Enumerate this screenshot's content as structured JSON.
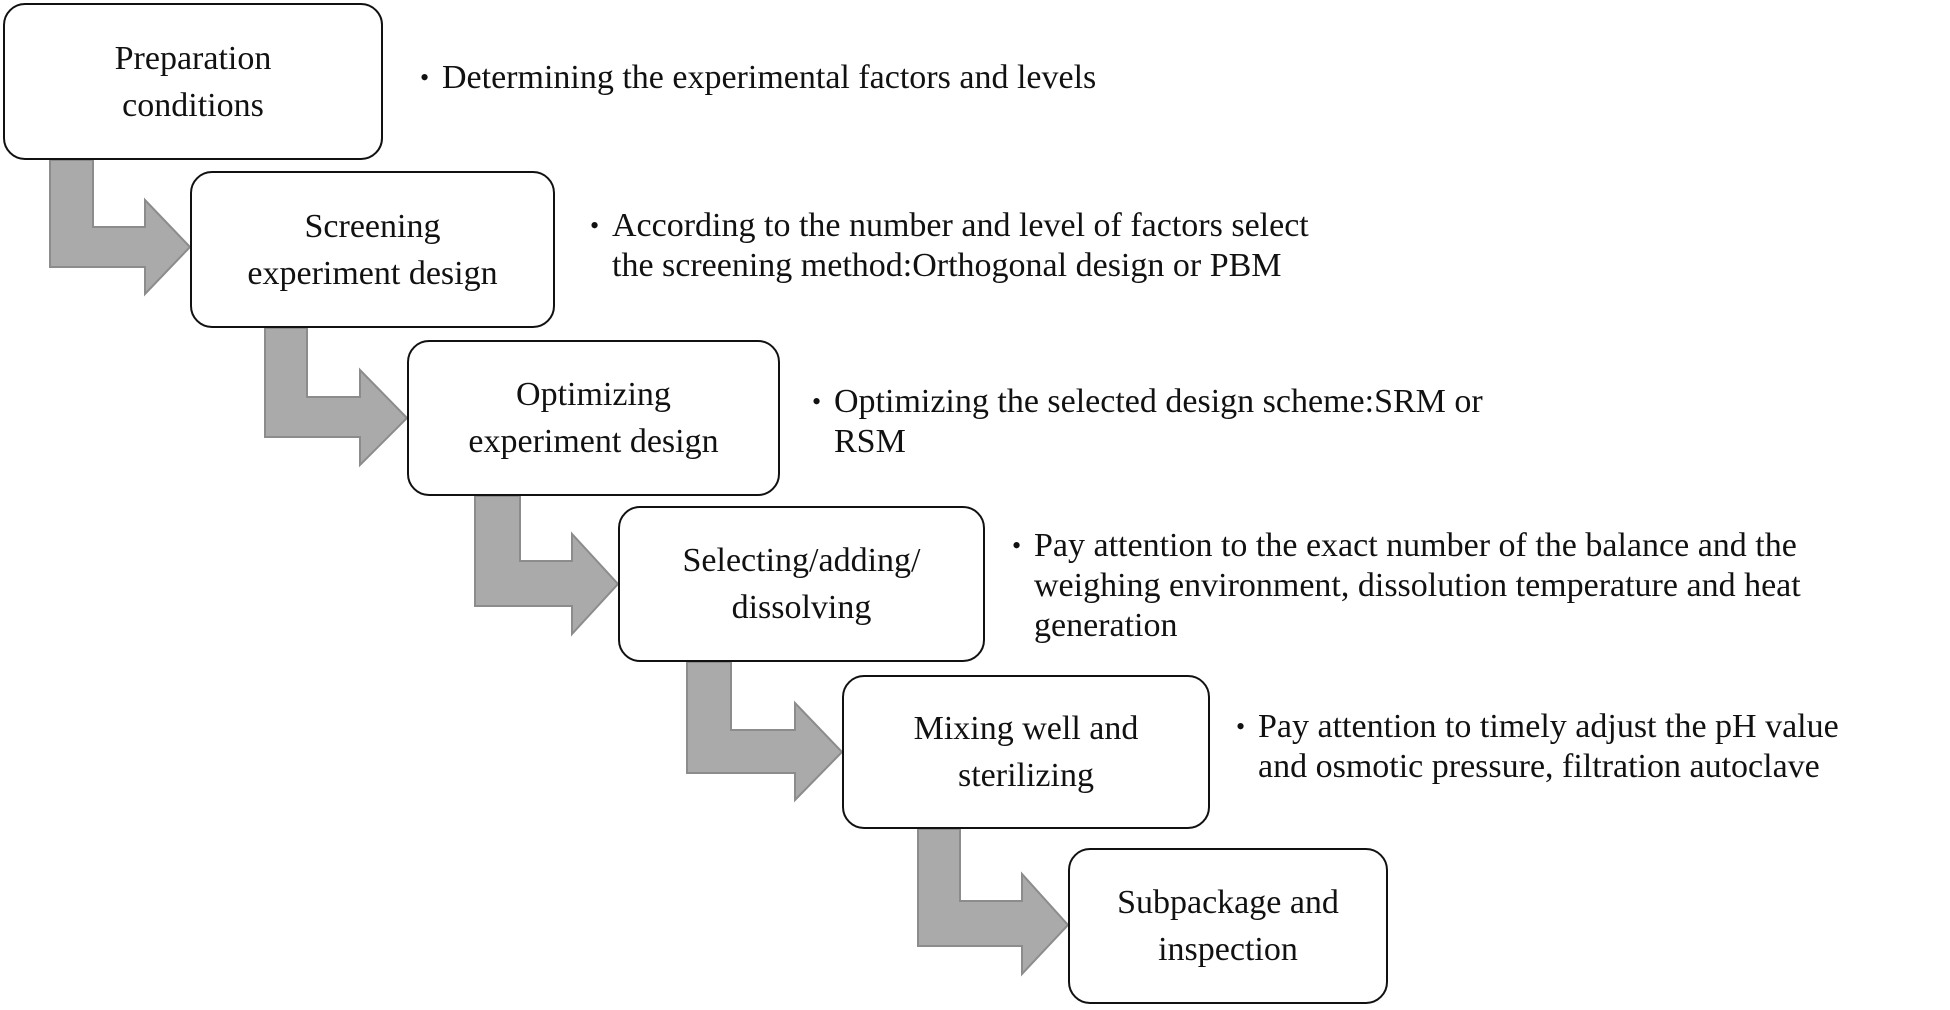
{
  "steps": [
    {
      "label": "Preparation\nconditions",
      "note": "Determining the experimental factors and levels"
    },
    {
      "label": "Screening\nexperiment design",
      "note": "According to the number and level of factors select\nthe screening method:Orthogonal design or PBM"
    },
    {
      "label": "Optimizing\nexperiment design",
      "note": "Optimizing the selected design scheme:SRM or\nRSM"
    },
    {
      "label": "Selecting/adding/\ndissolving",
      "note": "Pay attention to the exact number of the balance and the\nweighing environment, dissolution temperature and heat\ngeneration"
    },
    {
      "label": "Mixing well and\nsterilizing",
      "note": "Pay attention to timely adjust the pH value\nand osmotic pressure, filtration autoclave"
    },
    {
      "label": "Subpackage and\ninspection",
      "note": ""
    }
  ],
  "bullet_symbol": "•",
  "colors": {
    "box_border": "#111111",
    "arrow_fill": "#aaaaaa",
    "arrow_stroke": "#8c8c8c",
    "text": "#111111",
    "background": "#ffffff"
  }
}
